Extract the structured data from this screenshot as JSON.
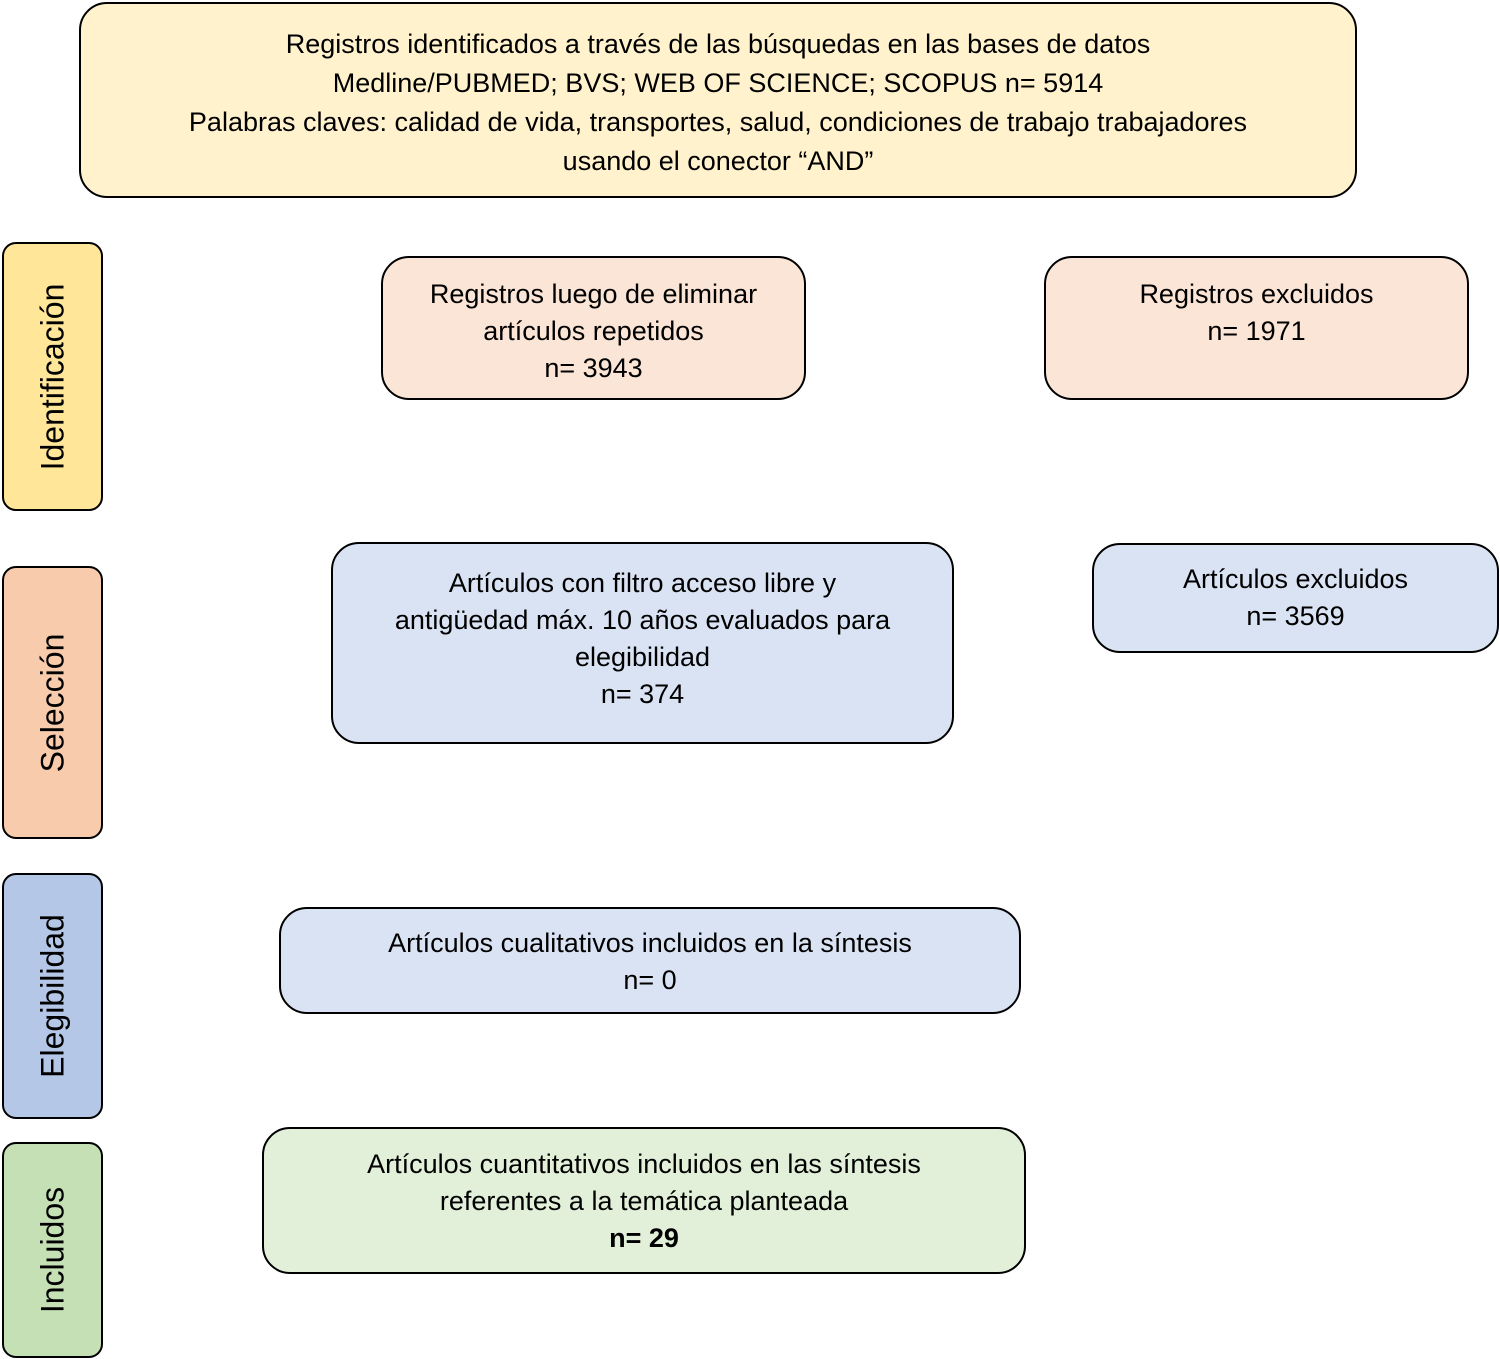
{
  "top": {
    "lines": [
      "Registros identificados a través de las búsquedas en las bases de datos",
      "Medline/PUBMED; BVS; WEB OF SCIENCE; SCOPUS n= 5914",
      "Palabras claves: calidad de vida, transportes, salud, condiciones de trabajo trabajadores",
      "usando el conector “AND”"
    ],
    "color": "#fff2cc"
  },
  "stages": [
    {
      "label": "Identificación",
      "color": "#ffe699"
    },
    {
      "label": "Selección",
      "color": "#f8cbad"
    },
    {
      "label": "Elegibilidad",
      "color": "#b4c7e7"
    },
    {
      "label": "Incluidos",
      "color": "#c5e0b4"
    }
  ],
  "boxes": {
    "deduplicated": {
      "lines": [
        "Registros luego de eliminar",
        "artículos repetidos",
        "n= 3943"
      ],
      "color": "#fbe5d6"
    },
    "records_excluded": {
      "lines": [
        "Registros excluidos",
        "n= 1971"
      ],
      "color": "#fbe5d6"
    },
    "screened": {
      "lines": [
        "Artículos con filtro acceso libre y",
        "antigüedad máx. 10 años evaluados para",
        "elegibilidad",
        "n= 374"
      ],
      "color": "#dae3f3"
    },
    "articles_excluded": {
      "lines": [
        "Artículos excluidos",
        "n= 3569"
      ],
      "color": "#dae3f3"
    },
    "qualitative": {
      "lines": [
        "Artículos cualitativos incluidos en la síntesis",
        "n= 0"
      ],
      "color": "#dae3f3"
    },
    "quantitative": {
      "lines": [
        "Artículos cuantitativos incluidos en las síntesis",
        "referentes a la temática planteada",
        "n= 29"
      ],
      "color": "#e2f0d9"
    }
  }
}
